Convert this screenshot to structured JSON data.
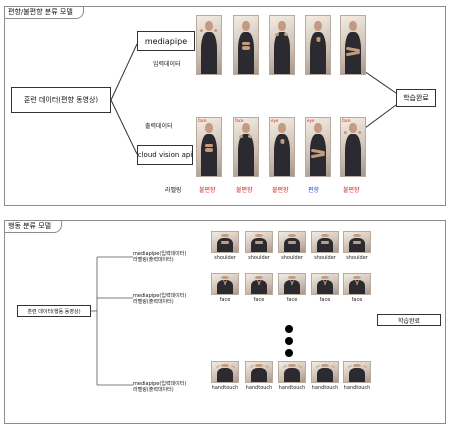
{
  "top": {
    "tab": "편향/불편향 분류 모델",
    "train_box": "훈련 데이터(편향 동영상)",
    "model_top": "mediapipe",
    "model_bottom": "cloud vision api",
    "input_label": "입력데이터",
    "output_label": "출력데이터",
    "result_box": "학습완료",
    "legend_label": "라벨링",
    "class_labels": [
      {
        "text": "불편향",
        "color": "#d42424"
      },
      {
        "text": "불편향",
        "color": "#d42424"
      },
      {
        "text": "불편향",
        "color": "#d42424"
      },
      {
        "text": "편향",
        "color": "#2c4fd6"
      },
      {
        "text": "불편향",
        "color": "#d42424"
      }
    ],
    "photo_tags": [
      "face",
      "face",
      "eye",
      "eye",
      "face"
    ]
  },
  "bottom": {
    "tab": "행동 분류 모델",
    "train_box": "훈련 데이터(행동 동영상)",
    "result_box": "학습완료",
    "groups": [
      {
        "line1": "mediapipe(입력데이터)",
        "line2": "라벨링(출력데이터)",
        "caption": "shoulder"
      },
      {
        "line1": "mediapipe(입력데이터)",
        "line2": "라벨링(출력데이터)",
        "caption": "face"
      },
      {
        "line1": "mediapipe(입력데이터)",
        "line2": "라벨링(출력데이터)",
        "caption": "handtouch"
      }
    ]
  }
}
